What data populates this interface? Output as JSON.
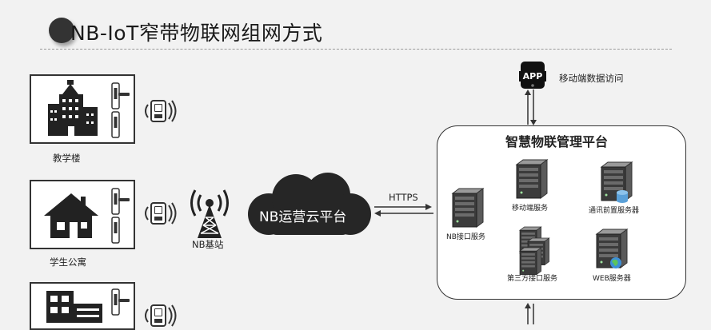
{
  "title": "NB-IoT窄带物联网组网方式",
  "buildings": [
    {
      "label": "教学楼",
      "icon": "office-building-icon"
    },
    {
      "label": "学生公寓",
      "icon": "house-icon"
    },
    {
      "label": "",
      "icon": "apartment-building-icon"
    }
  ],
  "base_station": {
    "label": "NB基站",
    "icon": "cell-tower-icon"
  },
  "cloud": {
    "label": "NB运营云平台",
    "icon": "cloud-icon"
  },
  "link": {
    "label": "HTTPS"
  },
  "app": {
    "icon_text": "APP",
    "label": "移动端数据访问"
  },
  "platform": {
    "title": "智慧物联管理平台",
    "servers": [
      {
        "label": "移动端服务"
      },
      {
        "label": "通讯前置服务器"
      },
      {
        "label": "NB接口服务"
      },
      {
        "label": "第三方接口服务"
      },
      {
        "label": "WEB服务器"
      }
    ]
  },
  "colors": {
    "background": "#f2f2f2",
    "dark": "#222222",
    "cloud": "#262626"
  }
}
